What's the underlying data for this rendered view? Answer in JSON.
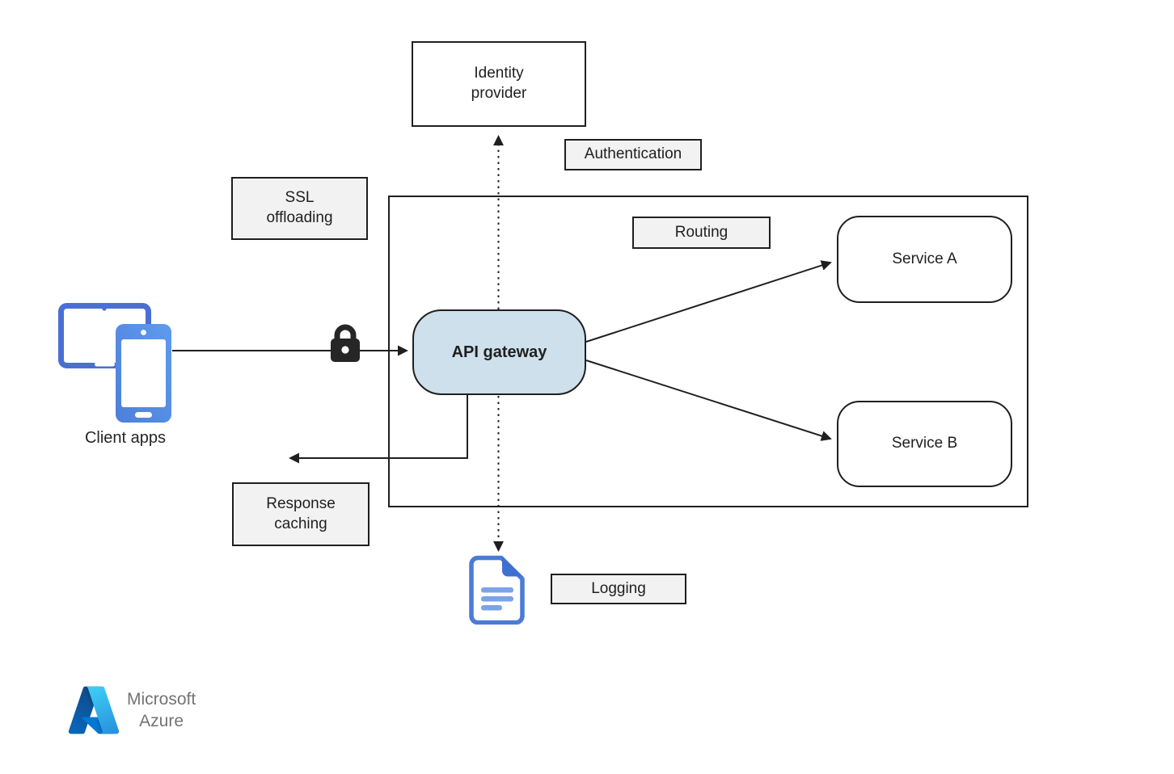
{
  "diagram_type": "azure-api-gateway-architecture",
  "nodes": {
    "identity_provider": {
      "line1": "Identity",
      "line2": "provider"
    },
    "api_gateway": {
      "label": "API gateway"
    },
    "service_a": {
      "label": "Service A"
    },
    "service_b": {
      "label": "Service B"
    }
  },
  "feature_labels": {
    "authentication": "Authentication",
    "ssl_offloading": {
      "line1": "SSL",
      "line2": "offloading"
    },
    "routing": "Routing",
    "response_caching": {
      "line1": "Response",
      "line2": "caching"
    },
    "logging": "Logging"
  },
  "client": {
    "caption": "Client apps"
  },
  "branding": {
    "company": "Microsoft",
    "product": "Azure"
  },
  "icons": {
    "client_apps_icon": "tablet-and-phone",
    "lock_icon": "padlock",
    "logging_icon": "document-with-folded-corner",
    "azure_logo_icon": "azure-a-mark"
  },
  "colors": {
    "gateway_fill": "#cde0eb",
    "label_fill": "#f2f2f2",
    "line_color": "#1f1f1f",
    "client_icon_blue": "#4a6fd4",
    "phone_gradient_start": "#4e7fd9",
    "phone_gradient_end": "#5e9bee",
    "doc_border_blue": "#4a7cd6",
    "doc_fold_blue": "#3f6fd0",
    "doc_lines_blue": "#7ba3e8",
    "lock_dark": "#262626",
    "brand_text_gray": "#737373"
  }
}
